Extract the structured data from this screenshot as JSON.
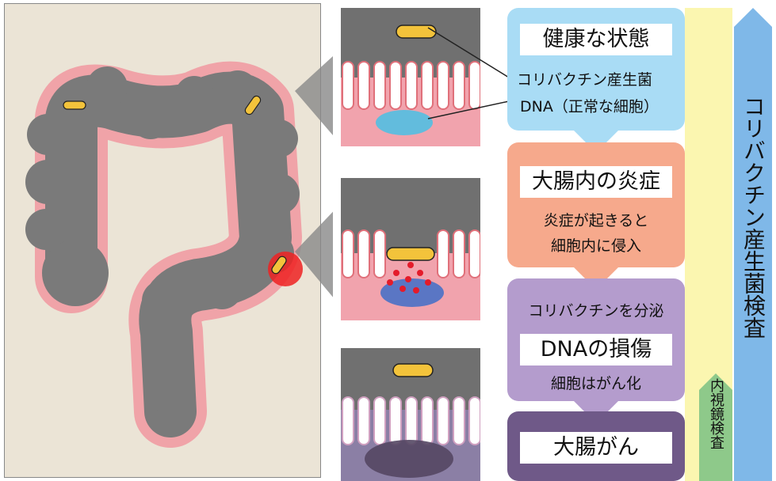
{
  "stages": [
    {
      "title": "健康な状態",
      "lines": []
    },
    {
      "title": "大腸内の炎症",
      "lines": [
        "炎症が起きると",
        "細胞内に侵入"
      ]
    },
    {
      "title": "DNAの損傷",
      "pre": "コリバクチンを分泌",
      "lines": [
        "細胞はがん化"
      ]
    },
    {
      "title": "大腸がん",
      "lines": []
    }
  ],
  "callouts": {
    "bacteria": "コリバクチン産生菌",
    "dna": "DNA（正常な細胞）"
  },
  "side_labels": {
    "colibactin_test": "コリバクチン産生菌検査",
    "endoscopy": "内視鏡検査"
  },
  "colors": {
    "healthy": "#a9dcf5",
    "inflammation": "#f6a98c",
    "damage": "#b49ccd",
    "cancer": "#6f5988",
    "yellow_band": "#fbf6b0",
    "blue_arrow": "#7fb8e8",
    "green_arrow": "#8ec98a",
    "colon_fill": "#7a7a7a",
    "colon_edge": "#f0a3a8",
    "panel_bg": "#ebe4d6"
  }
}
